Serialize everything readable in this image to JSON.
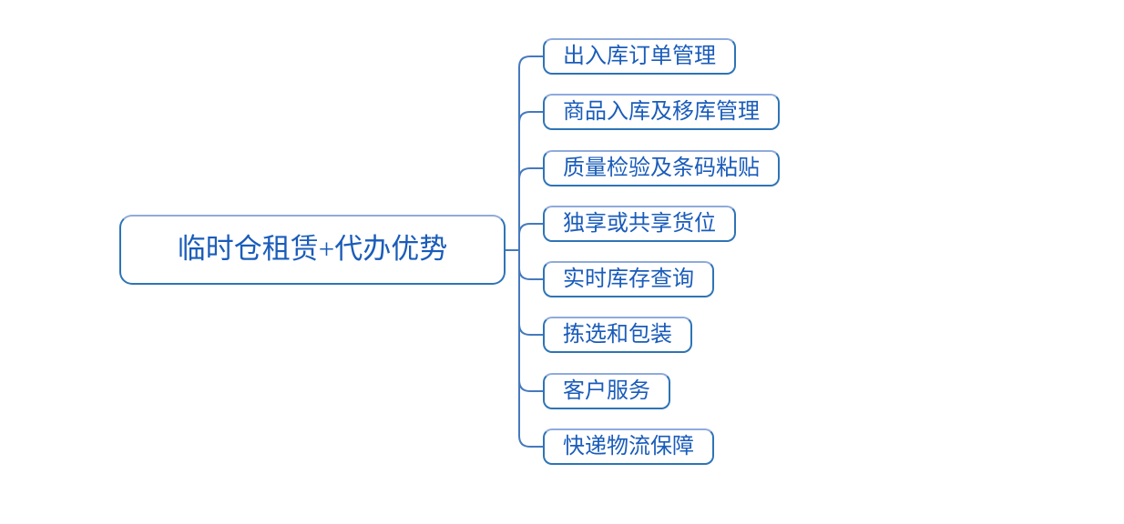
{
  "diagram": {
    "type": "mindmap",
    "root": {
      "label": "临时仓租赁+代办优势"
    },
    "children": [
      {
        "label": "出入库订单管理"
      },
      {
        "label": "商品入库及移库管理"
      },
      {
        "label": "质量检验及条码粘贴"
      },
      {
        "label": "独享或共享货位"
      },
      {
        "label": "实时库存查询"
      },
      {
        "label": "拣选和包装"
      },
      {
        "label": "客户服务"
      },
      {
        "label": "快递物流保障"
      }
    ],
    "colors": {
      "node_border_dark": "#2e74b5",
      "node_border_light": "#8faadc",
      "text": "#1a5cba",
      "connector_line": "#4579bd",
      "background": "#ffffff"
    }
  }
}
